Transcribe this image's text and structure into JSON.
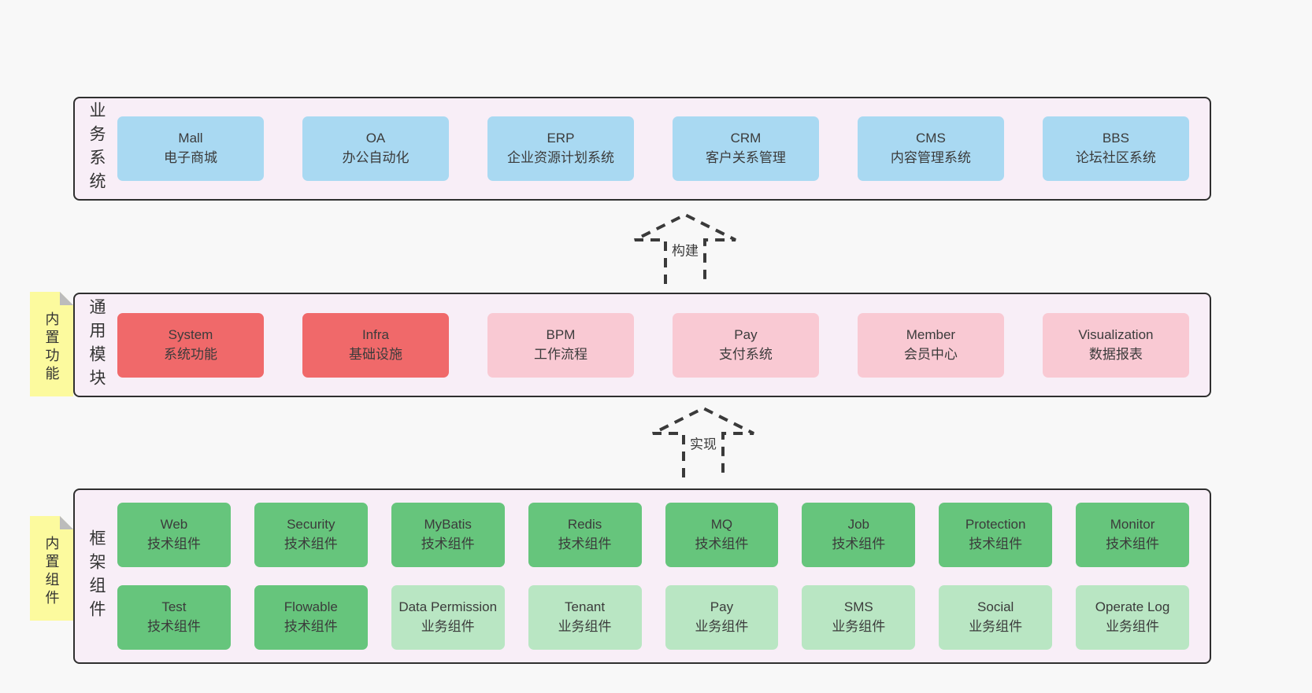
{
  "colors": {
    "blue": "#a9d9f2",
    "red": "#f0696a",
    "pink": "#f9c9d3",
    "green": "#66c57c",
    "green_light": "#b9e6c3",
    "band_bg": "#f8eef7",
    "band_border": "#2f2f2f",
    "sticky_bg": "#fcfa9e",
    "sticky_fold": "#bcbcbc",
    "page_bg": "#f8f8f8",
    "text": "#3b3b3b"
  },
  "arrows": [
    {
      "label": "构建"
    },
    {
      "label": "实现"
    }
  ],
  "rows": [
    {
      "label": "业务系统",
      "sticky": null,
      "boxes": [
        {
          "title": "Mall",
          "subtitle": "电子商城",
          "variant": "blue"
        },
        {
          "title": "OA",
          "subtitle": "办公自动化",
          "variant": "blue"
        },
        {
          "title": "ERP",
          "subtitle": "企业资源计划系统",
          "variant": "blue"
        },
        {
          "title": "CRM",
          "subtitle": "客户关系管理",
          "variant": "blue"
        },
        {
          "title": "CMS",
          "subtitle": "内容管理系统",
          "variant": "blue"
        },
        {
          "title": "BBS",
          "subtitle": "论坛社区系统",
          "variant": "blue"
        }
      ]
    },
    {
      "label": "通用模块",
      "sticky": "内置功能",
      "boxes": [
        {
          "title": "System",
          "subtitle": "系统功能",
          "variant": "red"
        },
        {
          "title": "Infra",
          "subtitle": "基础设施",
          "variant": "red"
        },
        {
          "title": "BPM",
          "subtitle": "工作流程",
          "variant": "pink"
        },
        {
          "title": "Pay",
          "subtitle": "支付系统",
          "variant": "pink"
        },
        {
          "title": "Member",
          "subtitle": "会员中心",
          "variant": "pink"
        },
        {
          "title": "Visualization",
          "subtitle": "数据报表",
          "variant": "pink"
        }
      ]
    },
    {
      "label": "框架组件",
      "sticky": "内置组件",
      "boxes": [
        {
          "title": "Web",
          "subtitle": "技术组件",
          "variant": "green"
        },
        {
          "title": "Security",
          "subtitle": "技术组件",
          "variant": "green"
        },
        {
          "title": "MyBatis",
          "subtitle": "技术组件",
          "variant": "green"
        },
        {
          "title": "Redis",
          "subtitle": "技术组件",
          "variant": "green"
        },
        {
          "title": "MQ",
          "subtitle": "技术组件",
          "variant": "green"
        },
        {
          "title": "Job",
          "subtitle": "技术组件",
          "variant": "green"
        },
        {
          "title": "Protection",
          "subtitle": "技术组件",
          "variant": "green"
        },
        {
          "title": "Monitor",
          "subtitle": "技术组件",
          "variant": "green"
        },
        {
          "title": "Test",
          "subtitle": "技术组件",
          "variant": "green"
        },
        {
          "title": "Flowable",
          "subtitle": "技术组件",
          "variant": "green"
        },
        {
          "title": "Data Permission",
          "subtitle": "业务组件",
          "variant": "green_light"
        },
        {
          "title": "Tenant",
          "subtitle": "业务组件",
          "variant": "green_light"
        },
        {
          "title": "Pay",
          "subtitle": "业务组件",
          "variant": "green_light"
        },
        {
          "title": "SMS",
          "subtitle": "业务组件",
          "variant": "green_light"
        },
        {
          "title": "Social",
          "subtitle": "业务组件",
          "variant": "green_light"
        },
        {
          "title": "Operate Log",
          "subtitle": "业务组件",
          "variant": "green_light"
        }
      ]
    }
  ]
}
